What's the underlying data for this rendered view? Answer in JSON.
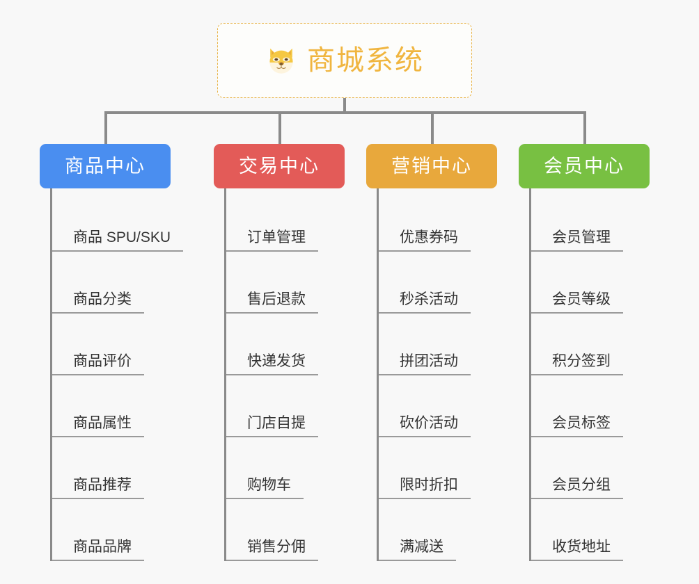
{
  "background_color": "#f8f8f8",
  "root": {
    "title": "商城系统",
    "icon": "shiba-dog-face-icon",
    "border_color": "#e8b44a",
    "text_color": "#f0b53f"
  },
  "columns": [
    {
      "id": "product-center",
      "title": "商品中心",
      "color": "#4a8ef0",
      "items": [
        "商品 SPU/SKU",
        "商品分类",
        "商品评价",
        "商品属性",
        "商品推荐",
        "商品品牌"
      ]
    },
    {
      "id": "trade-center",
      "title": "交易中心",
      "color": "#e35b58",
      "items": [
        "订单管理",
        "售后退款",
        "快递发货",
        "门店自提",
        "购物车",
        "销售分佣"
      ]
    },
    {
      "id": "marketing-center",
      "title": "营销中心",
      "color": "#e8a83c",
      "items": [
        "优惠券码",
        "秒杀活动",
        "拼团活动",
        "砍价活动",
        "限时折扣",
        "满减送"
      ]
    },
    {
      "id": "member-center",
      "title": "会员中心",
      "color": "#78c042",
      "items": [
        "会员管理",
        "会员等级",
        "积分签到",
        "会员标签",
        "会员分组",
        "收货地址"
      ]
    }
  ],
  "connector_color": "#8a8a8a",
  "leaf_rule_color": "#9a9a9a",
  "leaf_text_color": "#333333"
}
